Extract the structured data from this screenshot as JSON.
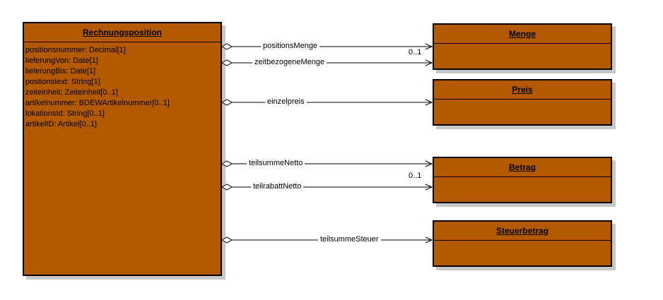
{
  "main_class": {
    "name": "Rechnungsposition",
    "attributes": [
      "positionsnummer: Decimal[1]",
      "lieferungVon: Date[1]",
      "lieferungBis: Date[1]",
      "postionstext: String[1]",
      "zeiteinheit: Zeiteinheit[0..1]",
      "artikelnummer: BDEWArtikelnummer[0..1]",
      "lokationsId: String[0..1]",
      "artikelID: Artikel[0..1]"
    ]
  },
  "classes": {
    "menge": "Menge",
    "preis": "Preis",
    "betrag": "Betrag",
    "steuerbetrag": "Steuerbetrag"
  },
  "associations": {
    "positionsMenge": "positionsMenge",
    "zeitbezogeneMenge": "zeitbezogeneMenge",
    "einzelpreis": "einzelpreis",
    "teilsummeNetto": "teilsummeNetto",
    "teilrabattNetto": "teilrabattNetto",
    "teilsummeSteuer": "teilsummeSteuer"
  },
  "multiplicities": {
    "positionsMenge": "0..1",
    "teilsummeNetto": "0..1"
  },
  "colors": {
    "class_fill": "#b35900",
    "line": "#000000"
  }
}
